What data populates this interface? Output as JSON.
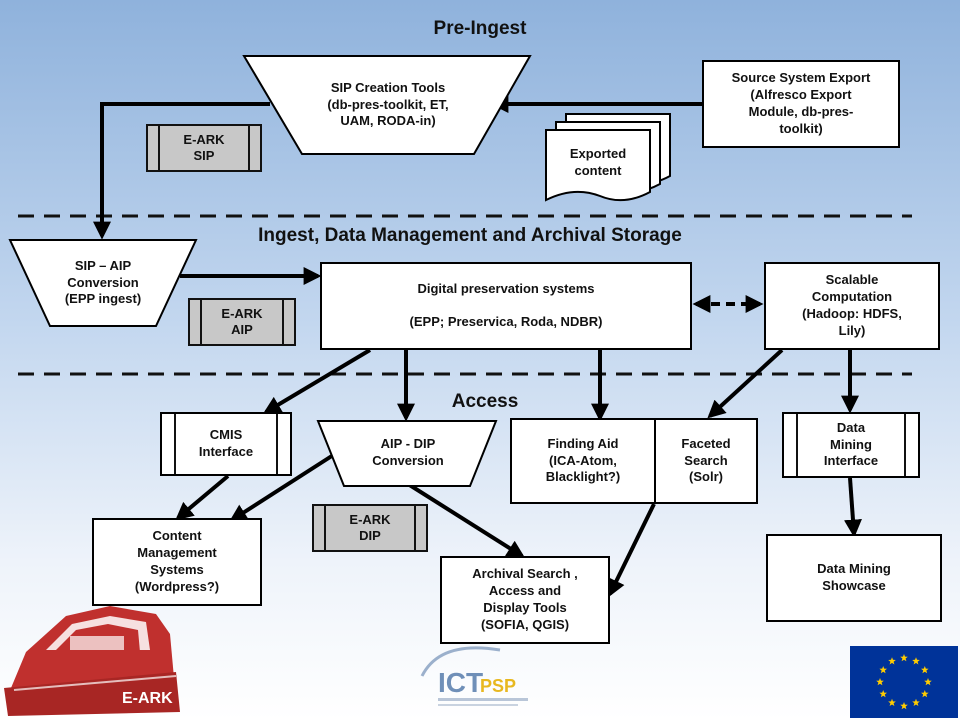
{
  "sections": {
    "pre_ingest": "Pre-Ingest",
    "ingest": "Ingest, Data Management and Archival Storage",
    "access": "Access"
  },
  "nodes": {
    "sip_creation": "SIP Creation Tools\n(db-pres-toolkit, ET,\nUAM, RODA-in)",
    "source_export": "Source System Export\n(Alfresco Export\nModule, db-pres-\ntoolkit)",
    "exported_content": "Exported\ncontent",
    "sip_aip": "SIP – AIP\nConversion\n(EPP ingest)",
    "dps_title": "Digital preservation systems",
    "dps_sub": "(EPP; Preservica, Roda, NDBR)",
    "scalable": "Scalable\nComputation\n(Hadoop: HDFS,\nLily)",
    "cmis": "CMIS\nInterface",
    "aip_dip": "AIP - DIP\nConversion",
    "finding_aid": "Finding Aid\n(ICA-Atom,\nBlacklight?)",
    "faceted": "Faceted\nSearch\n(Solr)",
    "dm_interface": "Data\nMining\nInterface",
    "cms": "Content\nManagement\nSystems\n(Wordpress?)",
    "archival_search": "Archival Search ,\nAccess and\nDisplay Tools\n(SOFIA, QGIS)",
    "dm_showcase": "Data Mining\nShowcase"
  },
  "packages": {
    "sip": "E-ARK\nSIP",
    "aip": "E-ARK\nAIP",
    "dip": "E-ARK\nDIP"
  },
  "logos": {
    "earark_text": "E-ARK",
    "ict_text": "ICT",
    "psp_text": "PSP"
  },
  "colors": {
    "package_fill": "#c8c8c8",
    "earark_red": "#c0302e",
    "eu_blue": "#003399",
    "eu_star": "#ffcc00",
    "ict_blue": "#6f8fb8",
    "psp_yellow": "#e8b820"
  }
}
